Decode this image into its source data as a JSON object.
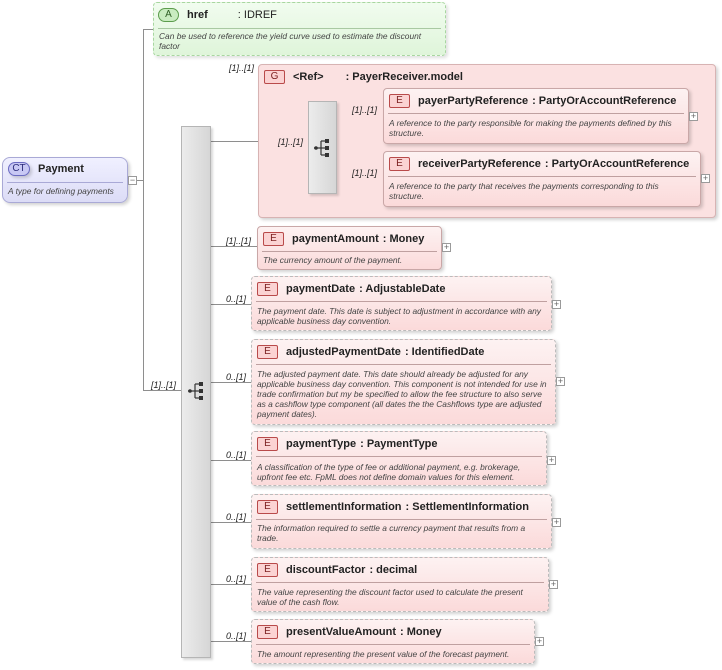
{
  "complex_type": {
    "badge": "CT",
    "name": "Payment",
    "doc": "A type for defining payments"
  },
  "attribute": {
    "badge": "A",
    "name": "href",
    "type": ": IDREF",
    "doc": "Can be used to reference the yield curve used to estimate the discount factor"
  },
  "group": {
    "badge": "G",
    "name": "<Ref>",
    "type": ": PayerReceiver.model",
    "cardinality": "[1]..[1]",
    "sequence_cardinality": "[1]..[1]"
  },
  "group_elements": [
    {
      "badge": "E",
      "name": "payerPartyReference",
      "type": ": PartyOrAccountReference",
      "cardinality": "[1]..[1]",
      "doc": "A reference to the party responsible for making the payments defined by this structure."
    },
    {
      "badge": "E",
      "name": "receiverPartyReference",
      "type": ": PartyOrAccountReference",
      "cardinality": "[1]..[1]",
      "doc": "A reference to the party that receives the payments corresponding to this structure."
    }
  ],
  "main_sequence_cardinality": "[1]..[1]",
  "elements": [
    {
      "badge": "E",
      "name": "paymentAmount",
      "type": ": Money",
      "cardinality": "[1]..[1]",
      "optional": false,
      "doc": "The currency amount of the payment."
    },
    {
      "badge": "E",
      "name": "paymentDate",
      "type": ": AdjustableDate",
      "cardinality": "0..[1]",
      "optional": true,
      "doc": "The payment date. This date is subject to adjustment in accordance with any applicable business day convention."
    },
    {
      "badge": "E",
      "name": "adjustedPaymentDate",
      "type": ": IdentifiedDate",
      "cardinality": "0..[1]",
      "optional": true,
      "doc": "The adjusted payment date. This date should already be adjusted for any applicable business day convention. This component is not intended for use in trade confirmation but my be specified to allow the fee structure to also serve as a cashflow type component (all dates the the Cashflows type are adjusted payment dates)."
    },
    {
      "badge": "E",
      "name": "paymentType",
      "type": ": PaymentType",
      "cardinality": "0..[1]",
      "optional": true,
      "doc": "A classification of the type of fee or additional payment, e.g. brokerage, upfront fee etc. FpML does not define domain values for this element."
    },
    {
      "badge": "E",
      "name": "settlementInformation",
      "type": ": SettlementInformation",
      "cardinality": "0..[1]",
      "optional": true,
      "doc": "The information required to settle a currency payment that results from a trade."
    },
    {
      "badge": "E",
      "name": "discountFactor",
      "type": ": decimal",
      "cardinality": "0..[1]",
      "optional": true,
      "doc": "The value representing the discount factor used to calculate the present value of the cash flow."
    },
    {
      "badge": "E",
      "name": "presentValueAmount",
      "type": ": Money",
      "cardinality": "0..[1]",
      "optional": true,
      "doc": "The amount representing the present value of the forecast payment."
    }
  ],
  "icons": {
    "sequence": "sequence-compositor-icon",
    "expand": "expand-plus-icon",
    "collapse": "collapse-minus-icon"
  },
  "colors": {
    "element_fill": "#fbdada",
    "attribute_fill": "#dff5da",
    "complex_type_fill": "#dcdcf6",
    "group_fill": "#fbe1e1"
  }
}
